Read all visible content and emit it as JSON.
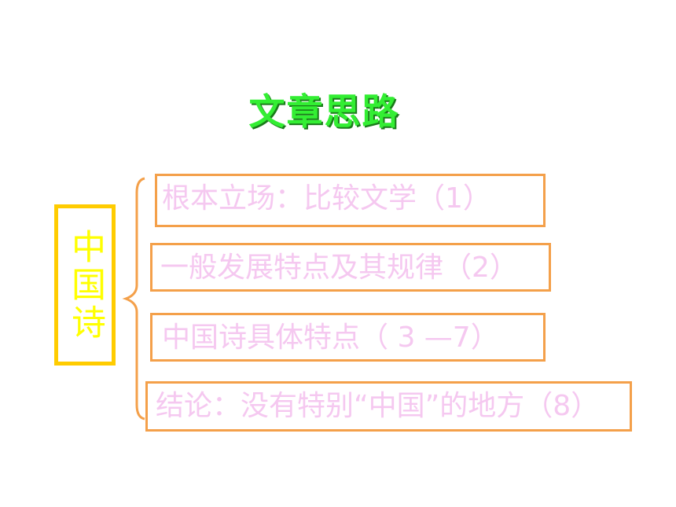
{
  "title": "文章思路",
  "topic": "中国诗",
  "items": [
    "根本立场：比较文学（1）",
    "一般发展特点及其规律（2）",
    "中国诗具体特点（ 3 —7）",
    "结论：没有特别“中国”的地方（8）"
  ],
  "colors": {
    "title": "#33ee33",
    "topic_text": "#ffff00",
    "topic_border": "#ffcc00",
    "item_border": "#f4a04a",
    "item_text": "#f5c8f0"
  }
}
